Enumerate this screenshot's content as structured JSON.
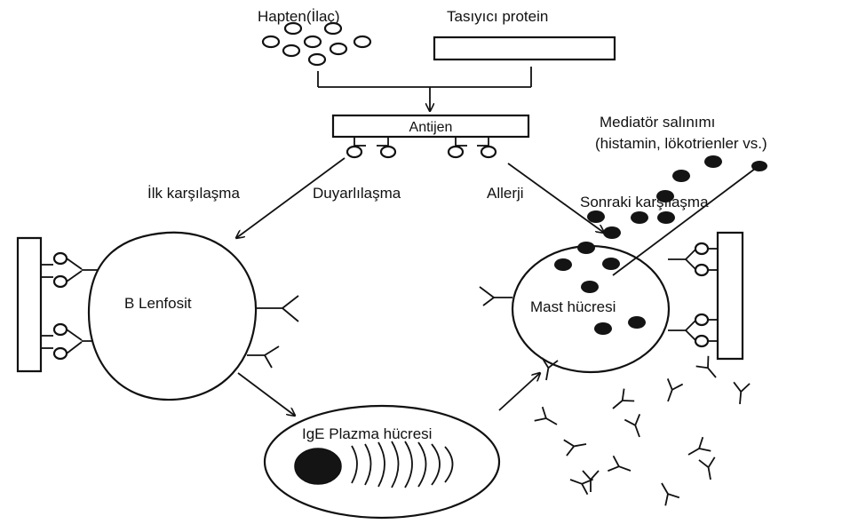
{
  "labels": {
    "hapten": "Hapten(İlaç)",
    "carrier_protein": "Tasıyıcı protein",
    "antigen": "Antijen",
    "mediator_line1": "Mediatör salınımı",
    "mediator_line2": "(histamin, lökotrienler vs.)",
    "first_encounter": "İlk karşılaşma",
    "sensitization": "Duyarlılaşma",
    "allergy": "Allerji",
    "subsequent_encounter": "Sonraki karşılaşma",
    "b_lymphocyte": "B Lenfosit",
    "mast_cell": "Mast hücresi",
    "ige_plasma_cell": "IgE Plazma hücresi"
  },
  "colors": {
    "ink": "#111111",
    "paper": "#ffffff"
  }
}
